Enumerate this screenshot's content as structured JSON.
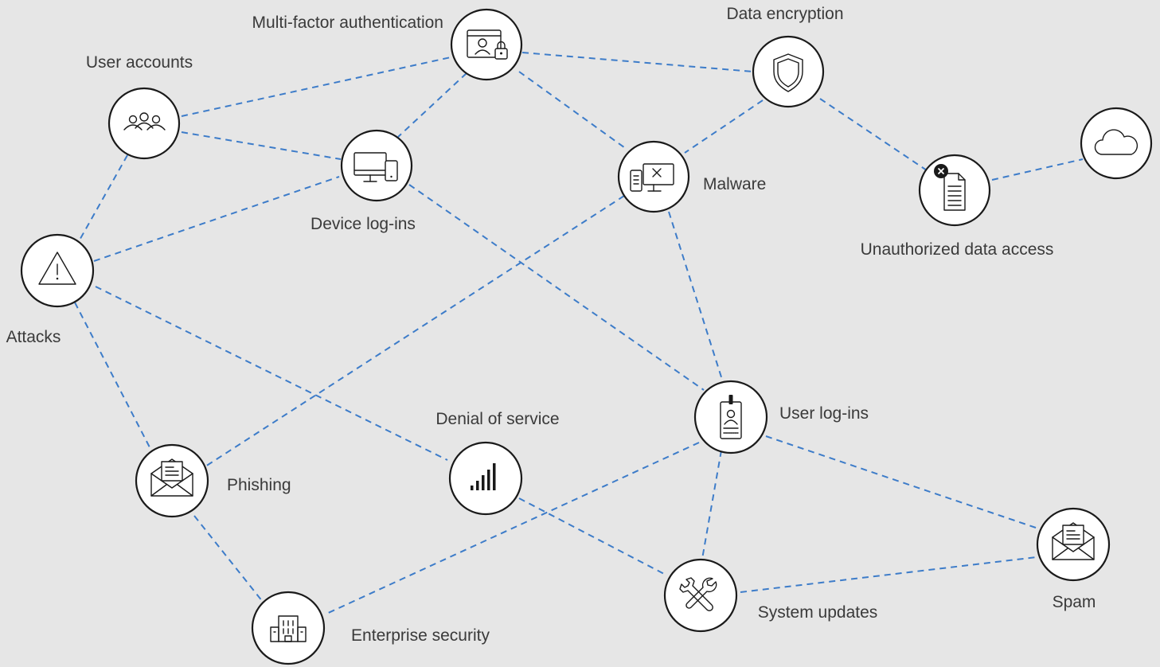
{
  "nodes": {
    "mfa": {
      "label": "Multi-factor authentication",
      "icon": "browser-lock-icon"
    },
    "encryption": {
      "label": "Data encryption",
      "icon": "shield-icon"
    },
    "user_accounts": {
      "label": "User accounts",
      "icon": "people-icon"
    },
    "device": {
      "label": "Device log-ins",
      "icon": "devices-icon"
    },
    "malware": {
      "label": "Malware",
      "icon": "computer-x-icon"
    },
    "cloud": {
      "label": "",
      "icon": "cloud-icon"
    },
    "unauthorized": {
      "label": "Unauthorized data access",
      "icon": "document-error-icon"
    },
    "attacks": {
      "label": "Attacks",
      "icon": "warning-icon"
    },
    "user_logins": {
      "label": "User log-ins",
      "icon": "badge-icon"
    },
    "dos": {
      "label": "Denial of service",
      "icon": "signal-bars-icon"
    },
    "phishing": {
      "label": "Phishing",
      "icon": "mail-icon"
    },
    "spam": {
      "label": "Spam",
      "icon": "mail-icon"
    },
    "updates": {
      "label": "System updates",
      "icon": "tools-icon"
    },
    "enterprise": {
      "label": "Enterprise security",
      "icon": "building-icon"
    }
  },
  "colors": {
    "background": "#e6e6e6",
    "edge": "#3d7cc9",
    "node_stroke": "#1a1a1a",
    "node_fill": "#ffffff",
    "label": "#3a3a3a"
  }
}
